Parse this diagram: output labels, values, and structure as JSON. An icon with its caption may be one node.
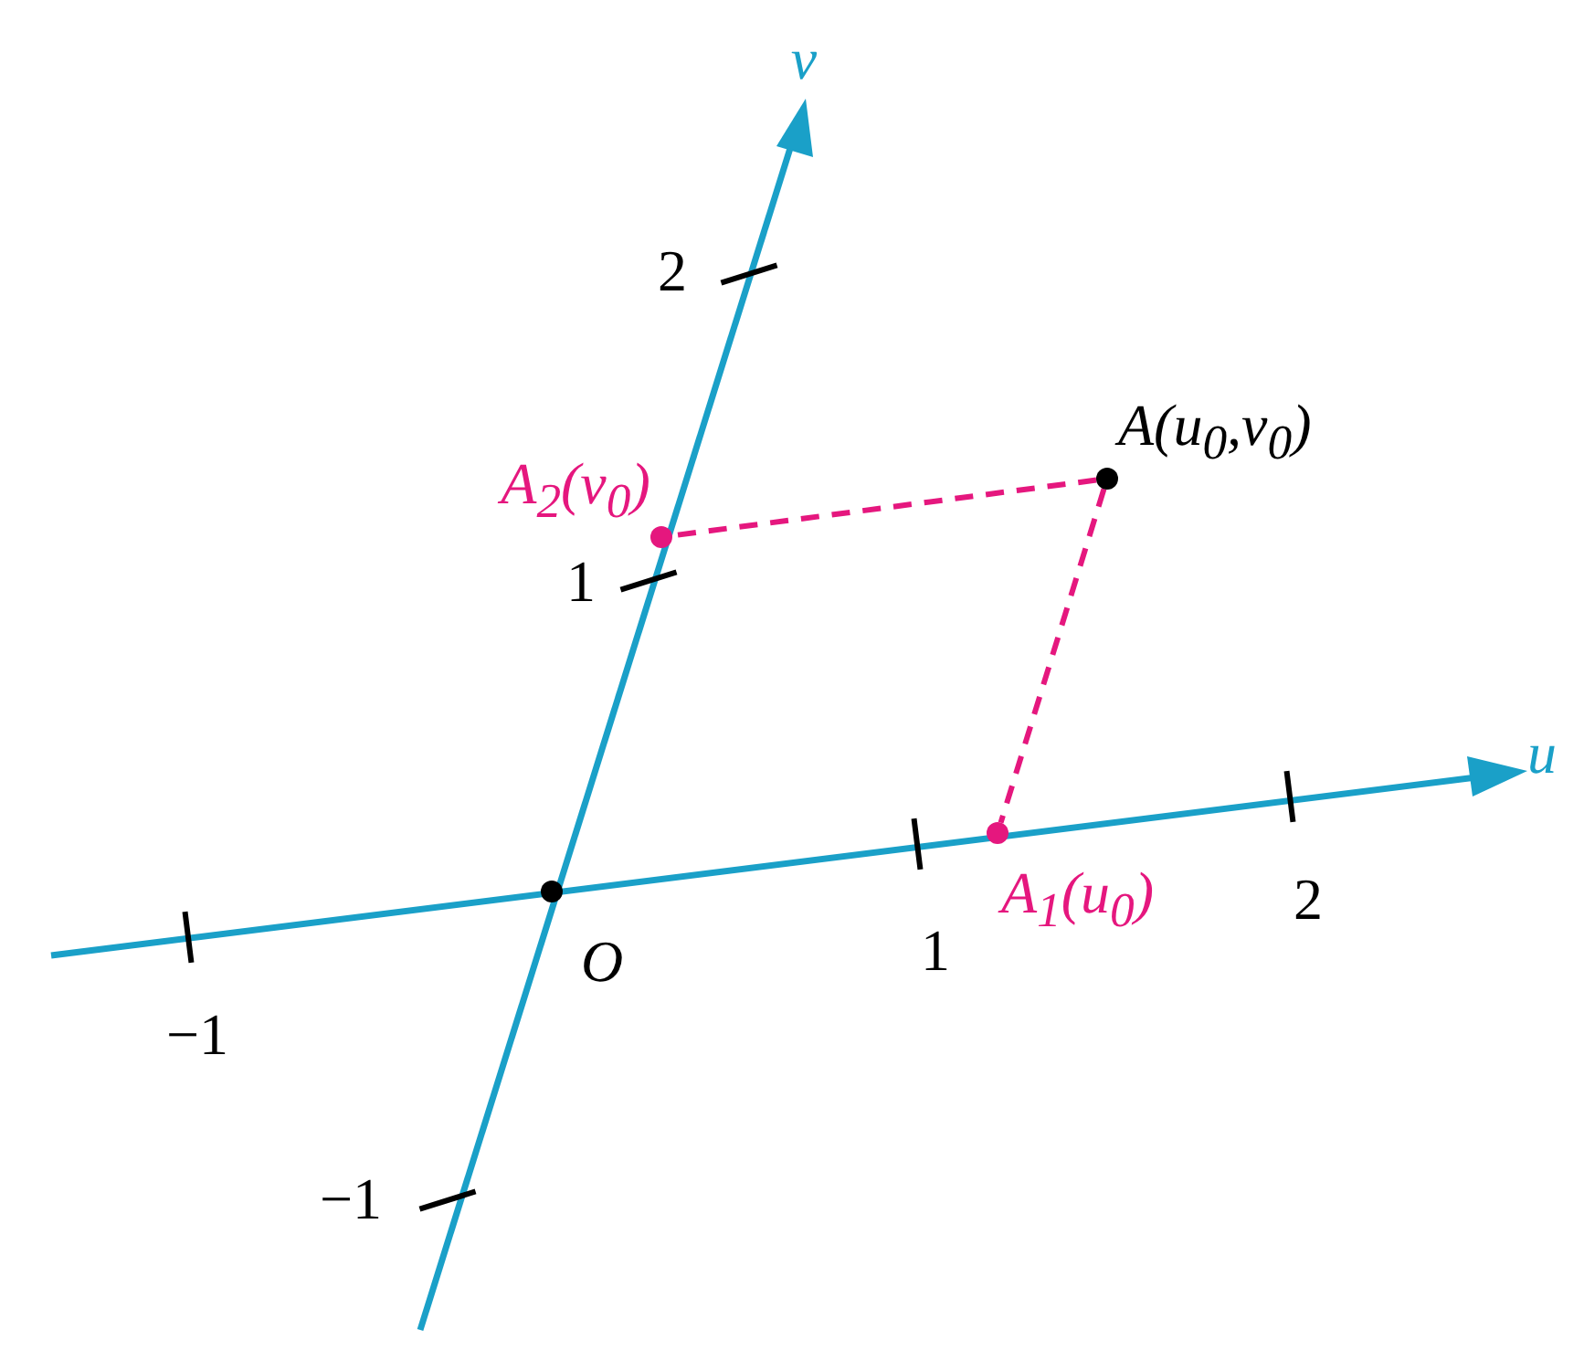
{
  "diagram": {
    "nodes": [
      {
        "text": [],
        "shape": "circle",
        "beside": [
          "A(u$_{0}$,v$_{0}$)"
        ]
      },
      {
        "text": [],
        "shape": "circle",
        "beside": [
          "A$_{2}$(v$_{0}$)"
        ]
      },
      {
        "text": [],
        "shape": "circle",
        "beside": [
          "A$_{1}$(u$_{0}$)"
        ]
      },
      {
        "text": [],
        "shape": "circle",
        "beside": [
          "O"
        ]
      }
    ],
    "edges": [
      {
        "from": 0,
        "to": 1,
        "arrow": "none",
        "style": "dashed",
        "color": "#e5177e"
      },
      {
        "from": 0,
        "to": 2,
        "arrow": "none",
        "style": "dashed",
        "color": "#e5177e"
      }
    ],
    "labels": [
      "v",
      "2",
      "1",
      "u",
      "1",
      "2",
      "−1",
      "−1"
    ]
  }
}
